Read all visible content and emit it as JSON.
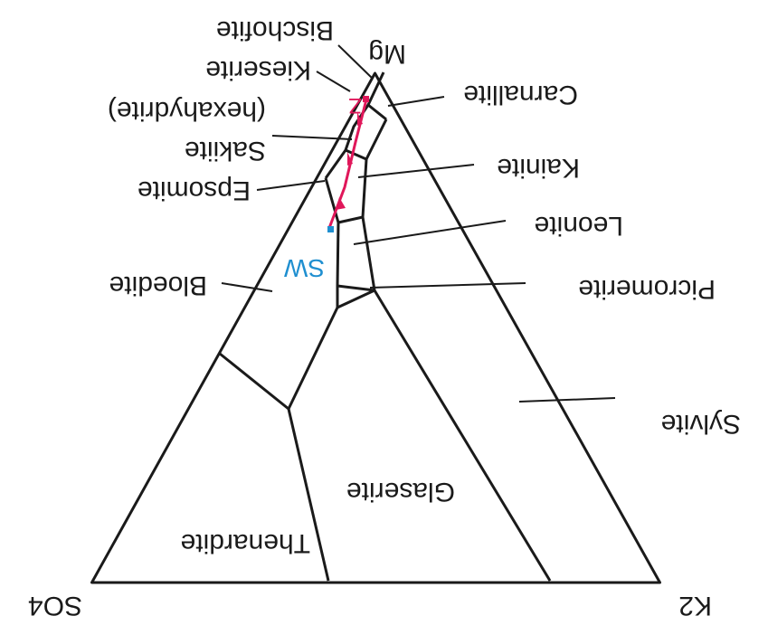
{
  "diagram": {
    "vertices": {
      "mg": "Mg",
      "so4": "SO4",
      "k2": "K2"
    },
    "fields": {
      "bischofite": "Bischofite",
      "kieserite": "Kieserite",
      "hexahydrite": "(hexahydrite)",
      "sakite": "Sakiite",
      "epsomite": "Epsomite",
      "carnallite": "Carnallite",
      "kainite": "Kainite",
      "leonite": "Leonite",
      "bloedite": "Bloedite",
      "picromerite": "Picromerite",
      "sylvite": "Sylvite",
      "glaserite": "Glaserite",
      "thenardite": "Thenardite"
    },
    "points": {
      "sw": "SW",
      "z": "Z"
    },
    "colors": {
      "line": "#1a1a1a",
      "sw": "#1f8fd0",
      "path": "#e0175a"
    }
  }
}
